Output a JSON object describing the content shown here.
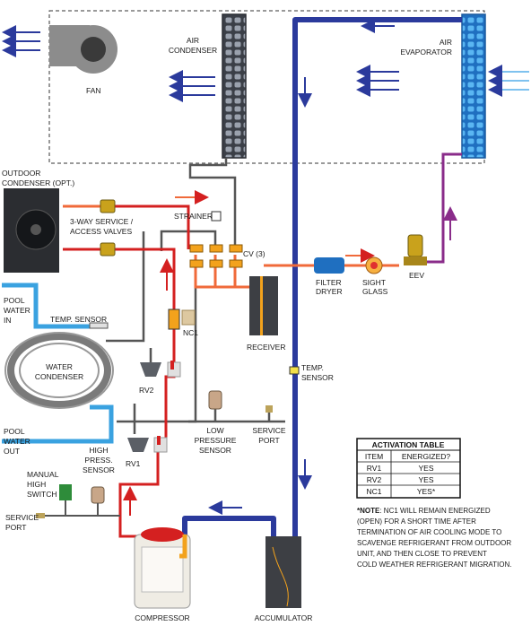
{
  "labels": {
    "fan": "FAN",
    "air_condenser": [
      "AIR",
      "CONDENSER"
    ],
    "air_evaporator": [
      "AIR",
      "EVAPORATOR"
    ],
    "outdoor_condenser": [
      "OUTDOOR",
      "CONDENSER (OPT.)"
    ],
    "service_valves": [
      "3-WAY SERVICE /",
      "ACCESS VALVES"
    ],
    "strainer": "STRAINER",
    "cv": "CV (3)",
    "filter_dryer": [
      "FILTER",
      "DRYER"
    ],
    "sight_glass": [
      "SIGHT",
      "GLASS"
    ],
    "eev": "EEV",
    "pool_water_in": [
      "POOL",
      "WATER",
      "IN"
    ],
    "temp_sensor_left": "TEMP. SENSOR",
    "nc1": "NC1",
    "receiver": "RECEIVER",
    "temp_sensor_right": [
      "TEMP.",
      "SENSOR"
    ],
    "water_condenser": [
      "WATER",
      "CONDENSER"
    ],
    "rv2": "RV2",
    "rv1": "RV1",
    "low_pressure_sensor": [
      "LOW",
      "PRESSURE",
      "SENSOR"
    ],
    "service_port_mid": [
      "SERVICE",
      "PORT"
    ],
    "pool_water_out": [
      "POOL",
      "WATER",
      "OUT"
    ],
    "high_press_sensor": [
      "HIGH",
      "PRESS.",
      "SENSOR"
    ],
    "manual_high_switch": [
      "MANUAL",
      "HIGH",
      "SWITCH"
    ],
    "service_port_left": [
      "SERVICE",
      "PORT"
    ],
    "compressor": "COMPRESSOR",
    "accumulator": "ACCUMULATOR"
  },
  "activation_table": {
    "title": "ACTIVATION TABLE",
    "headers": [
      "ITEM",
      "ENERGIZED?"
    ],
    "rows": [
      [
        "RV1",
        "YES"
      ],
      [
        "RV2",
        "YES"
      ],
      [
        "NC1",
        "YES*"
      ]
    ]
  },
  "note": {
    "prefix": "*NOTE",
    "lines": [
      ": NC1 WILL REMAIN ENERGIZED",
      "(OPEN) FOR A SHORT TIME AFTER",
      "TERMINATION OF AIR COOLING MODE TO",
      "SCAVENGE REFRIGERANT FROM OUTDOOR",
      "UNIT, AND THEN CLOSE TO PREVENT",
      "COLD WEATHER REFRIGERANT MIGRATION."
    ]
  },
  "colors": {
    "suction_line": "#2b3a9c",
    "hot_gas_line": "#d42020",
    "liquid_line": "#f06a3a",
    "gray_line": "#555555",
    "water_line": "#3aa2e0",
    "purple_line": "#8a2c8a",
    "orange_line": "#f3a21c",
    "evaporator": "#2d8ee0",
    "condenser": "#3b3f47"
  }
}
